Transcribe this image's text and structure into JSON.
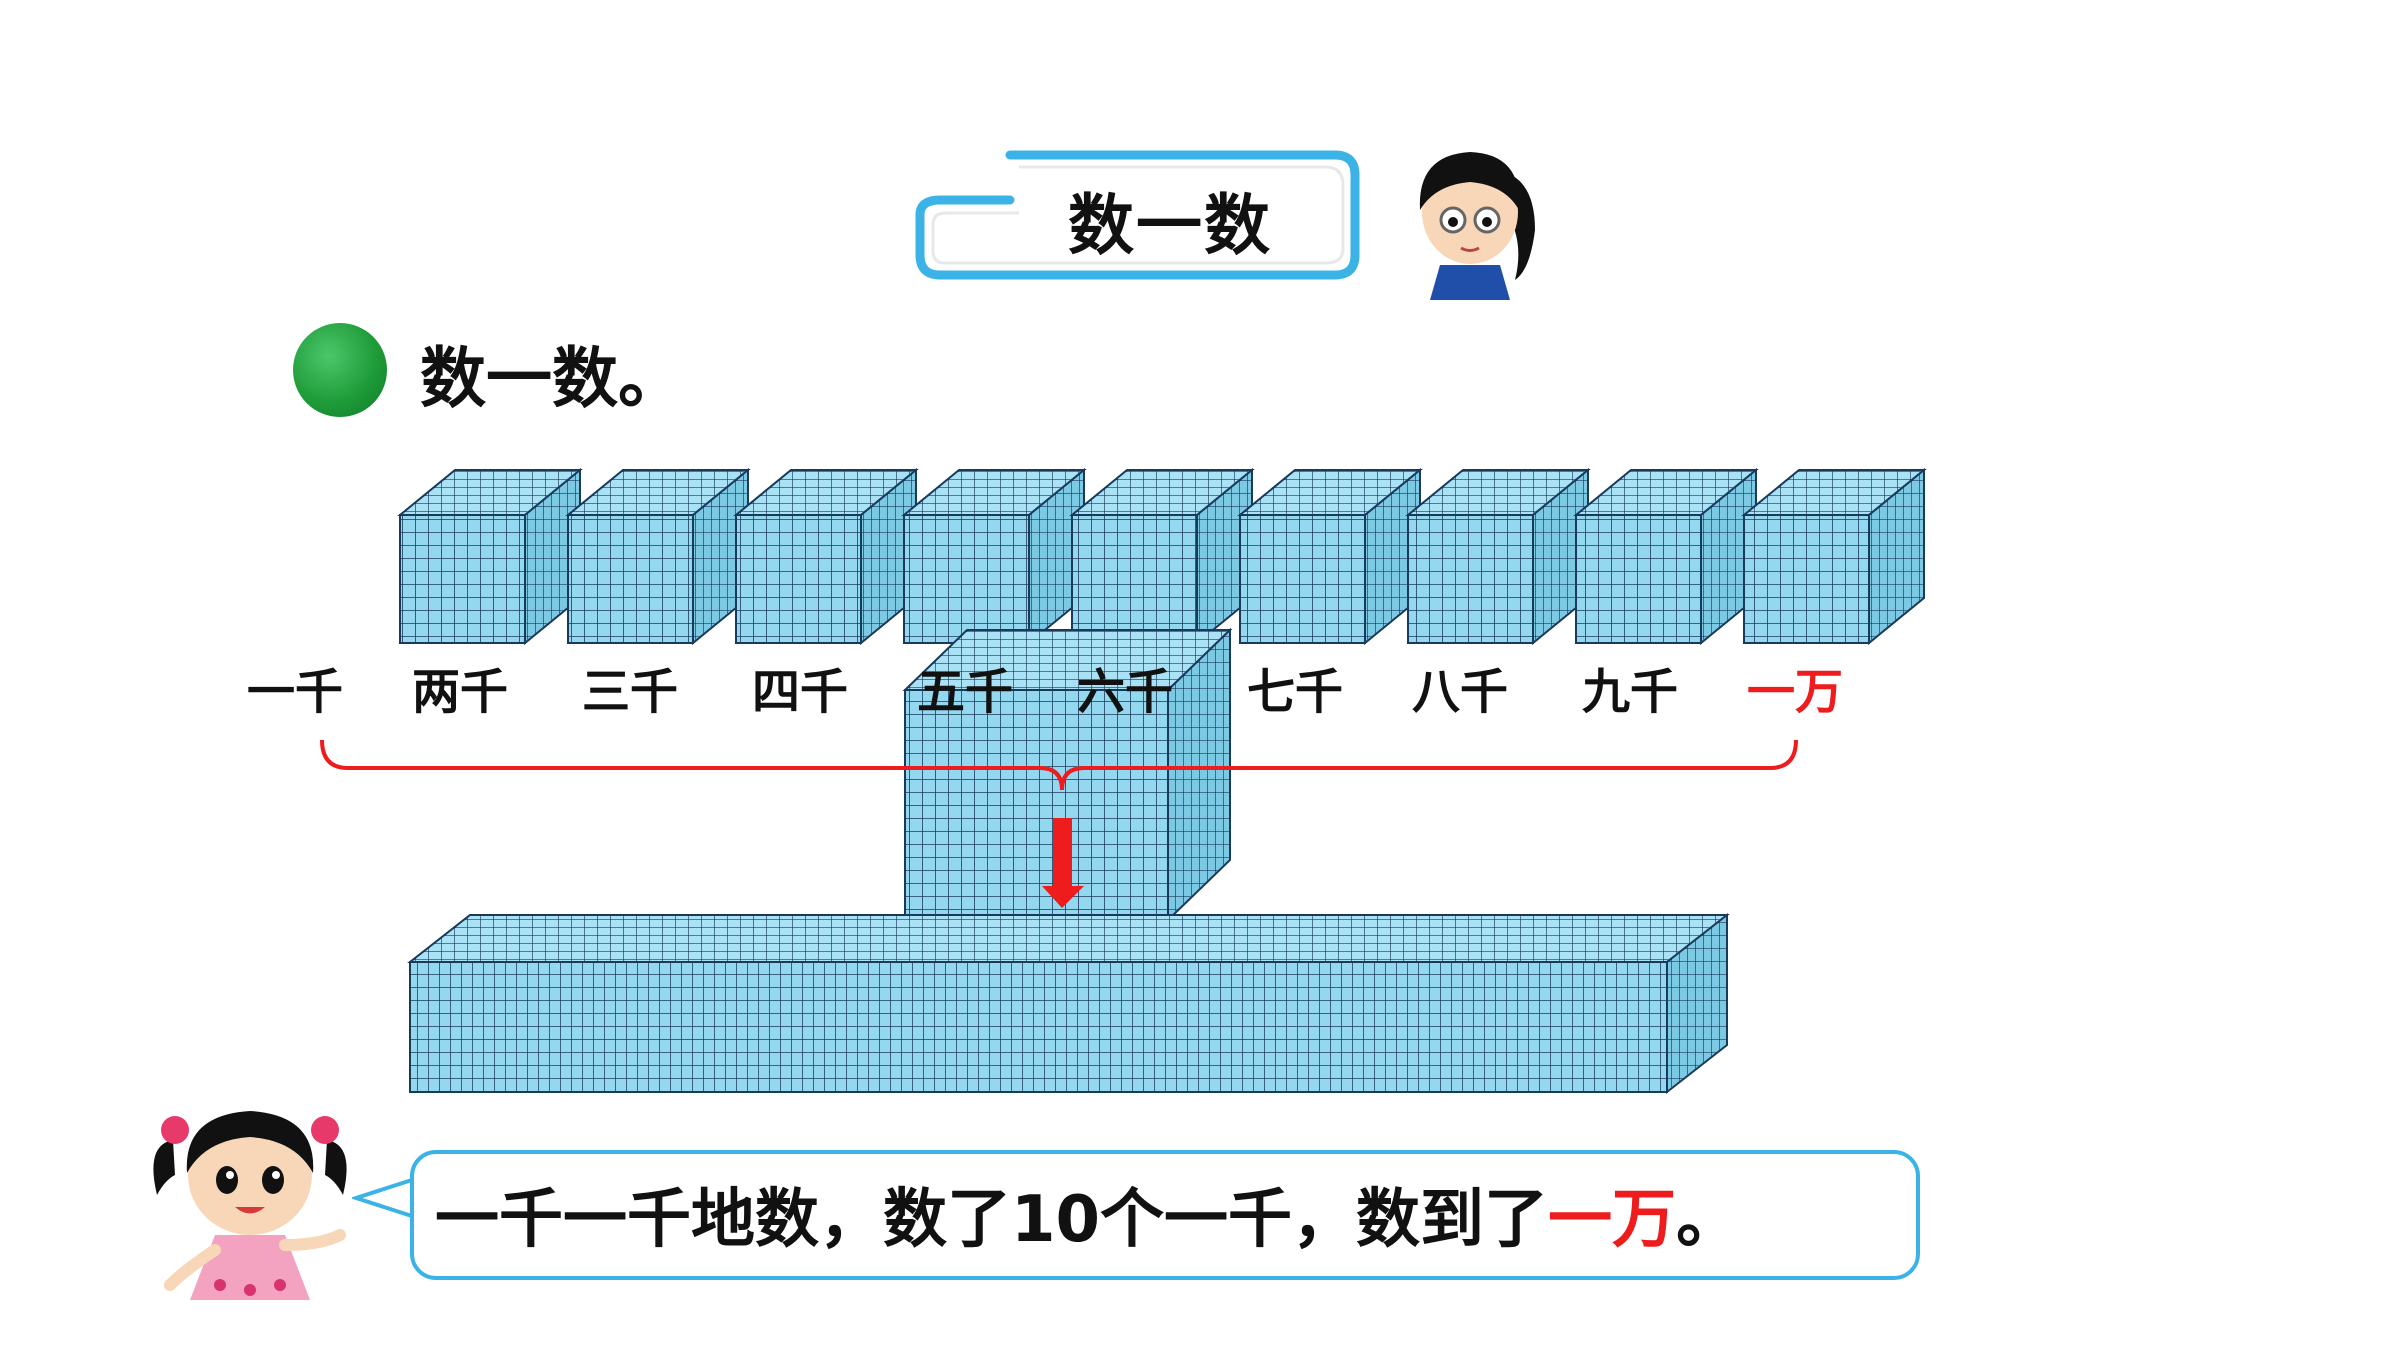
{
  "title": "数一数",
  "section": {
    "heading": "数一数。"
  },
  "count_labels": [
    "一千",
    "两千",
    "三千",
    "四千",
    "五千",
    "六千",
    "七千",
    "八千",
    "九千",
    "一万"
  ],
  "highlight_label_index": 9,
  "speech": {
    "prefix": "一千一千地数，数了10个一千，数到了",
    "highlight": "一万",
    "suffix": "。"
  },
  "icons": [
    "green-bullet-icon",
    "thousand-cube-icon",
    "ten-thousand-bar-icon",
    "boy-avatar-icon",
    "girl-avatar-icon",
    "red-arrow-icon"
  ],
  "colors": {
    "cube_face": "#93d8ef",
    "cube_top": "#a9e2f4",
    "cube_side": "#7cc9e4",
    "grid_line": "#1a3a5c",
    "accent_red": "#ee1c1c",
    "bubble_border": "#3bb3e6",
    "bullet_green": "#1f9c3a"
  }
}
